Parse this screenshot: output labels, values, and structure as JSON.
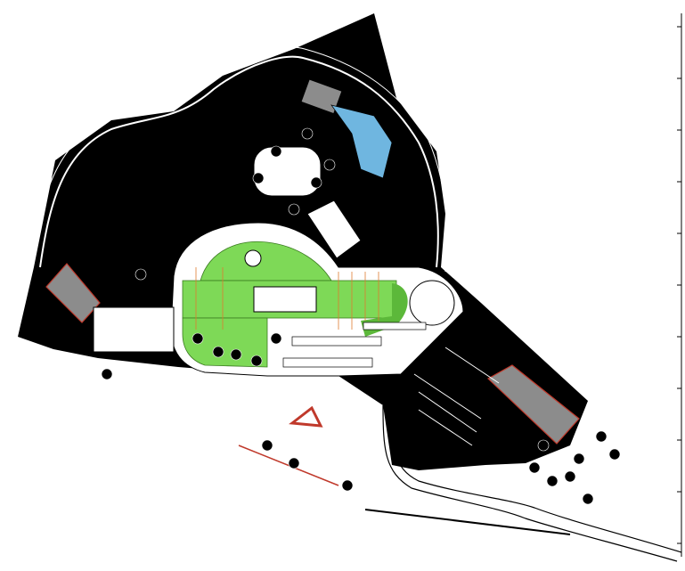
{
  "drawing": {
    "type": "site-plan",
    "colors": {
      "background": "#ffffff",
      "built_mass": "#000000",
      "lawn": "#7ed957",
      "lawn_dark": "#5cb83a",
      "building_gray": "#8c8c8c",
      "building_blue": "#6fb6e0",
      "accent_red": "#c0392b",
      "accent_orange": "#e07a2f"
    },
    "icons": [
      "tree-symbol",
      "scale-bar",
      "fountain-symbol",
      "parking-stall"
    ]
  }
}
